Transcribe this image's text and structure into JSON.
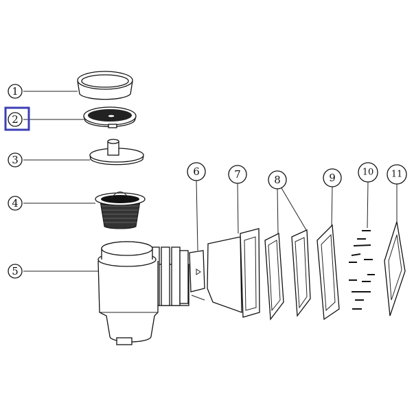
{
  "diagram": {
    "callouts": [
      "1",
      "2",
      "3",
      "4",
      "5",
      "6",
      "7",
      "8",
      "9",
      "10",
      "11"
    ],
    "highlighted_callout": "2",
    "highlight_color": "#3b3fb3",
    "line_color": "#111111"
  }
}
